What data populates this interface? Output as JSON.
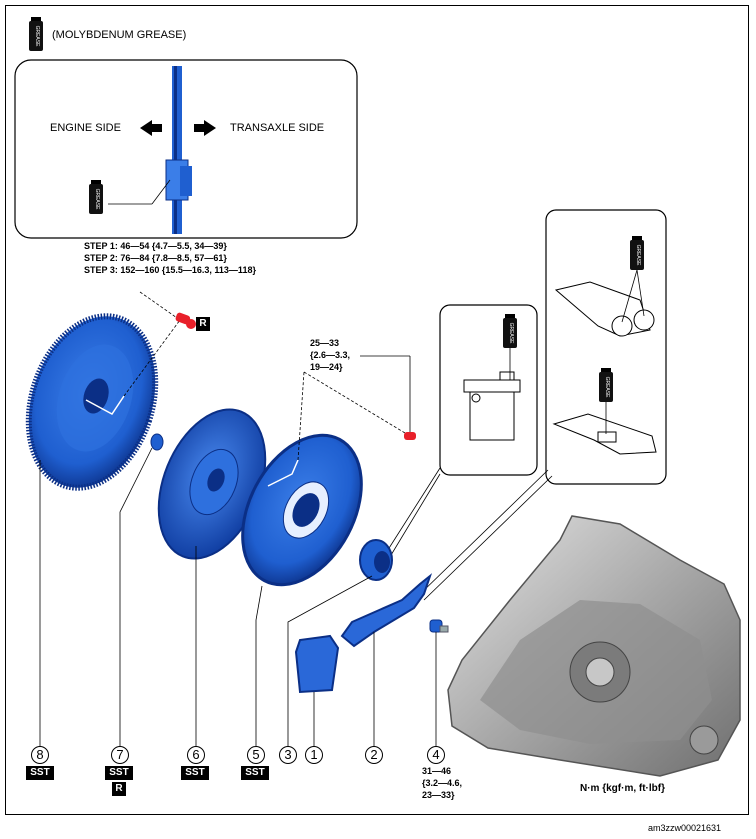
{
  "legend": {
    "grease_text": "(MOLYBDENUM GREASE)",
    "icon": "grease-can-icon"
  },
  "inset": {
    "engine_side": "ENGINE SIDE",
    "transaxle_side": "TRANSAXLE SIDE"
  },
  "torque": {
    "bolt8": [
      "STEP 1: 46—54 {4.7—5.5, 34—39}",
      "STEP 2: 76—84 {7.8—8.5, 57—61}",
      "STEP 3: 152—160 {15.5—16.3, 113—118}"
    ],
    "bolt8_tag": "R",
    "bolt5": [
      "25—33",
      "{2.6—3.3,",
      "19—24}"
    ],
    "part4": [
      "31—46",
      "{3.2—4.6,",
      "23—33}"
    ]
  },
  "parts": [
    {
      "num": "8",
      "tags": [
        "SST"
      ]
    },
    {
      "num": "7",
      "tags": [
        "SST",
        "R"
      ]
    },
    {
      "num": "6",
      "tags": [
        "SST"
      ]
    },
    {
      "num": "5",
      "tags": [
        "SST"
      ]
    },
    {
      "num": "3",
      "tags": []
    },
    {
      "num": "1",
      "tags": []
    },
    {
      "num": "2",
      "tags": []
    },
    {
      "num": "4",
      "tags": []
    }
  ],
  "units": "N·m {kgf·m, ft·lbf}",
  "doc_id": "am3zzw00021631",
  "colors": {
    "part_blue": "#1f5fd0",
    "part_dark": "#0b2f86",
    "bolt_red": "#e8202a",
    "transaxle_gray": "#b9b9b9"
  }
}
